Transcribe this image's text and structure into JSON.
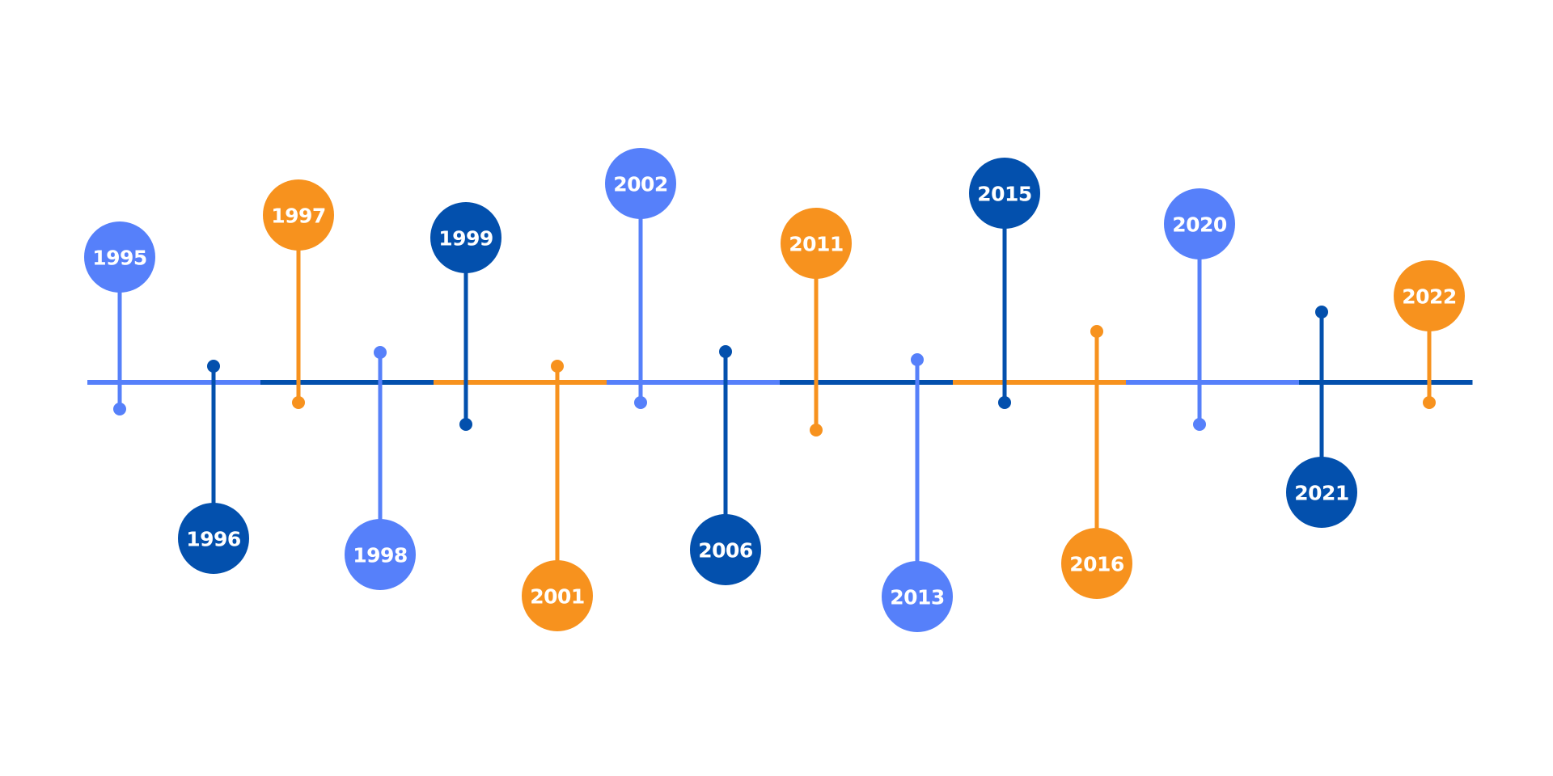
{
  "colors": {
    "light_blue": "#5680FA",
    "dark_blue": "#0350AD",
    "orange": "#F7921E",
    "label_text": "#FFFFFF",
    "background": "#FFFFFF"
  },
  "axis": {
    "segment_colors": [
      "light_blue",
      "dark_blue",
      "orange",
      "light_blue",
      "dark_blue",
      "orange",
      "light_blue",
      "dark_blue"
    ]
  },
  "milestones": [
    {
      "year": "1995",
      "color": "light_blue",
      "side": "top"
    },
    {
      "year": "1996",
      "color": "dark_blue",
      "side": "bottom"
    },
    {
      "year": "1997",
      "color": "orange",
      "side": "top"
    },
    {
      "year": "1998",
      "color": "light_blue",
      "side": "bottom"
    },
    {
      "year": "1999",
      "color": "dark_blue",
      "side": "top"
    },
    {
      "year": "2001",
      "color": "orange",
      "side": "bottom"
    },
    {
      "year": "2002",
      "color": "light_blue",
      "side": "top"
    },
    {
      "year": "2006",
      "color": "dark_blue",
      "side": "bottom"
    },
    {
      "year": "2011",
      "color": "orange",
      "side": "top"
    },
    {
      "year": "2013",
      "color": "light_blue",
      "side": "bottom"
    },
    {
      "year": "2015",
      "color": "dark_blue",
      "side": "top"
    },
    {
      "year": "2016",
      "color": "orange",
      "side": "bottom"
    },
    {
      "year": "2020",
      "color": "light_blue",
      "side": "top"
    },
    {
      "year": "2021",
      "color": "dark_blue",
      "side": "bottom"
    },
    {
      "year": "2022",
      "color": "orange",
      "side": "top"
    }
  ]
}
